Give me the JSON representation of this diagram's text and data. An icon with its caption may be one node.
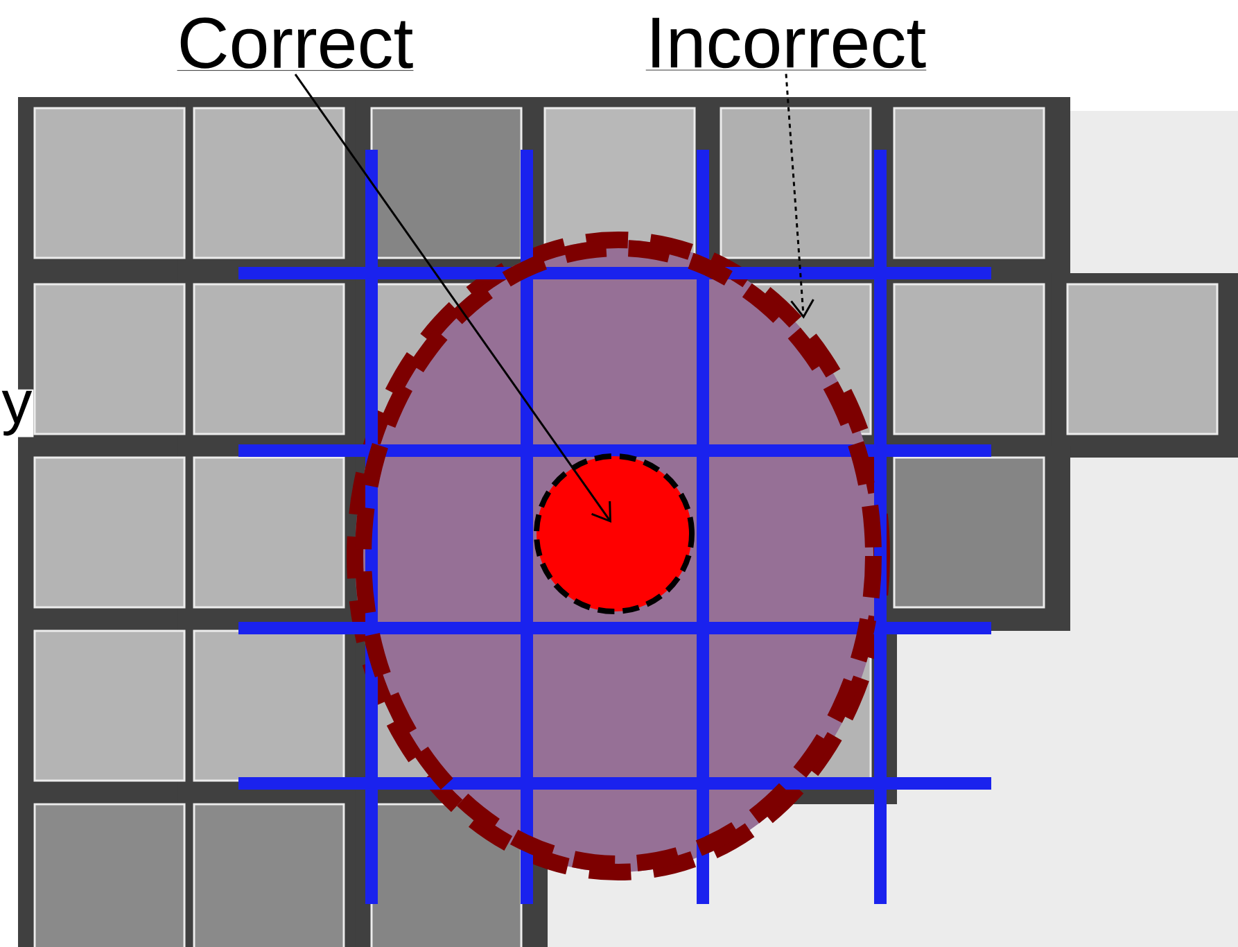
{
  "diagram": {
    "nodes": [
      {
        "text": [
          "Correct"
        ]
      },
      {
        "text": [
          "Incorrect"
        ]
      },
      {
        "text": [],
        "shape": "circle",
        "in": 3
      },
      {
        "text": [],
        "shape": "ellipse"
      }
    ],
    "edges": [
      {
        "from": 0,
        "to": 2,
        "arrow": "to"
      },
      {
        "from": 1,
        "to": 3,
        "arrow": "to",
        "style": "dashed"
      }
    ],
    "labels": [
      "y"
    ]
  }
}
